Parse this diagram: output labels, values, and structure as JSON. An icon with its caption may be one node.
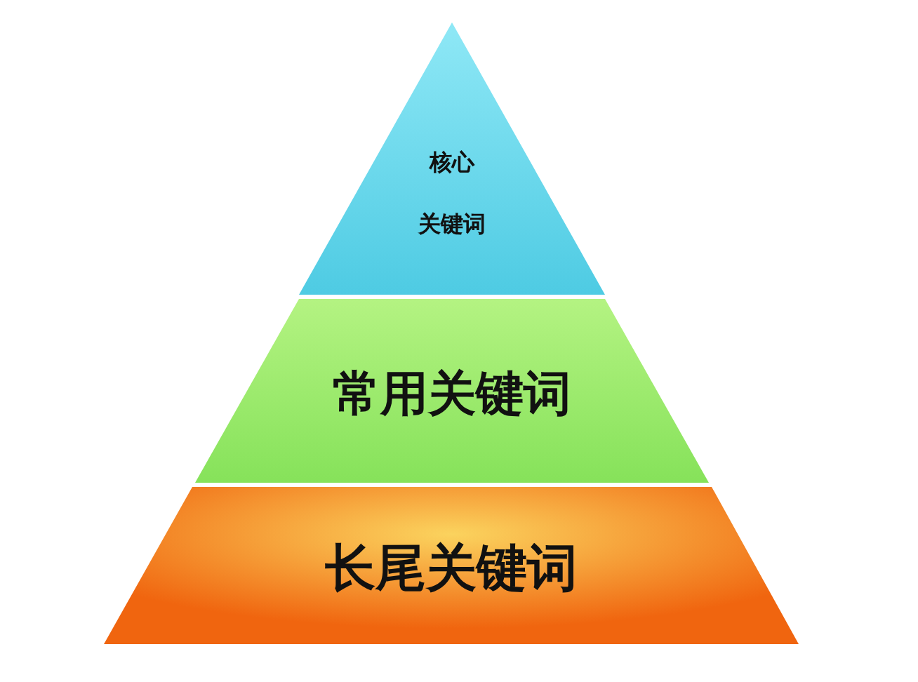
{
  "diagram": {
    "nodes": [
      {
        "text": [
          "核心",
          "关键词"
        ]
      },
      {
        "text": [
          "常用关键词"
        ]
      },
      {
        "text": [
          "长尾关键词"
        ]
      }
    ]
  }
}
